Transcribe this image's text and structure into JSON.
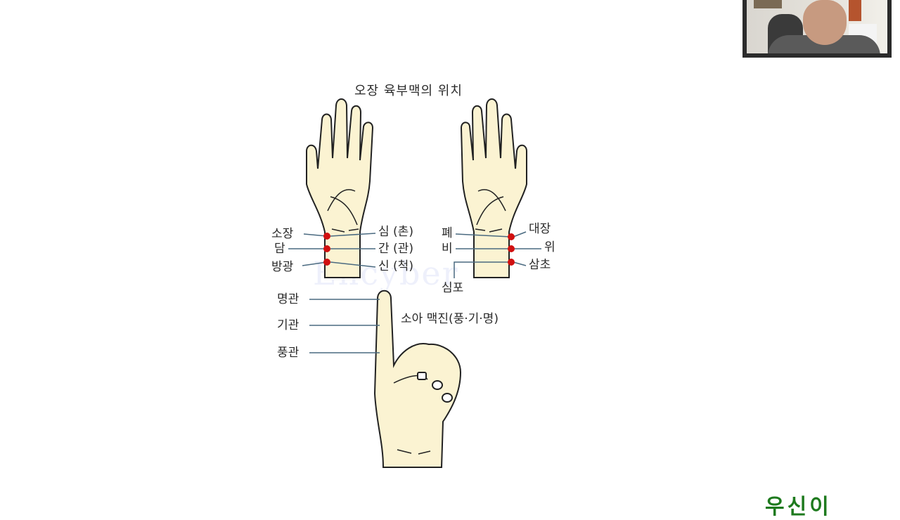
{
  "slide": {
    "title": "오장 육부맥의 위치",
    "watermark": "Encyber",
    "left_hand": {
      "outer_labels": [
        "소장",
        "담",
        "방광"
      ],
      "inner_labels": [
        "심 (촌)",
        "간 (관)",
        "신 (척)"
      ]
    },
    "right_hand": {
      "outer_labels": [
        "폐",
        "비"
      ],
      "inner_labels": [
        "대장",
        "위",
        "삼초"
      ],
      "bottom_label": "심포"
    },
    "finger": {
      "labels": [
        "명관",
        "기관",
        "풍관"
      ],
      "caption": "소아 맥진(풍·기·명)"
    },
    "colors": {
      "pulse_point": "#d01010",
      "skin": "#fbf3d2",
      "line": "#4a6a80",
      "logo": "#1e7a1e"
    }
  },
  "webcam": {
    "label": "presenter-video"
  },
  "logo": {
    "text": "우신이"
  }
}
